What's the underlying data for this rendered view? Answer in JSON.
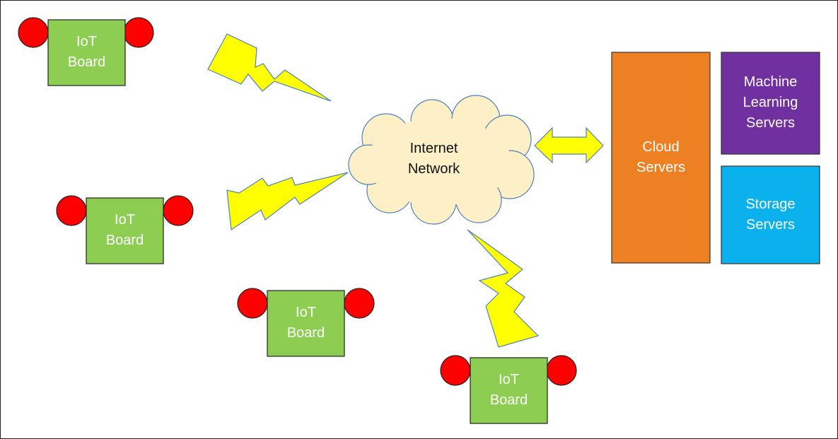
{
  "diagram": {
    "iot_board": {
      "line1": "IoT",
      "line2": "Board"
    },
    "cloud": {
      "line1": "Internet",
      "line2": "Network"
    },
    "cloud_servers": {
      "line1": "Cloud",
      "line2": "Servers"
    },
    "ml_servers": {
      "line1": "Machine",
      "line2": "Learning",
      "line3": "Servers"
    },
    "storage_servers": {
      "line1": "Storage",
      "line2": "Servers"
    }
  },
  "colors": {
    "board_fill": "#8dce52",
    "led_fill": "#ff0000",
    "bolt_fill": "#ffff00",
    "cloud_fill": "#fdf0c6",
    "cloud_servers_fill": "#ee8024",
    "ml_servers_fill": "#7030a0",
    "storage_servers_fill": "#0bb1ec"
  }
}
